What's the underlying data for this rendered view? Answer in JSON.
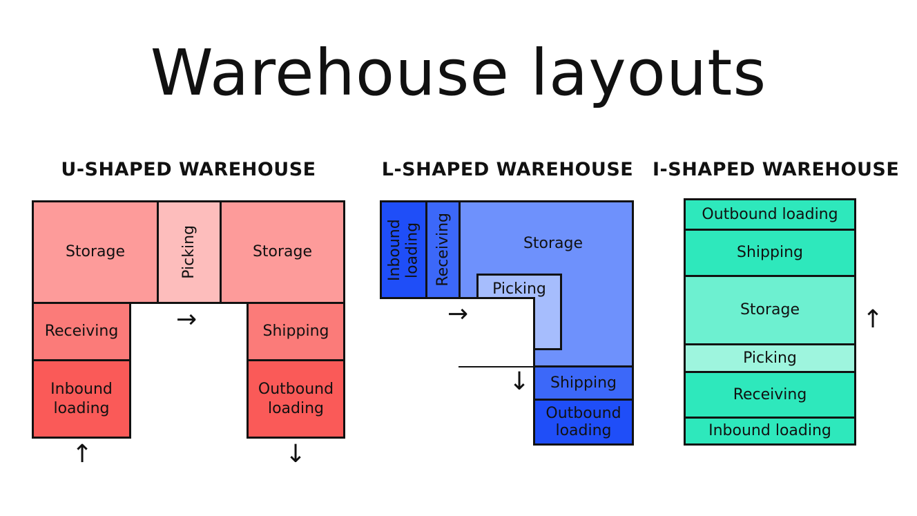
{
  "title": "Warehouse layouts",
  "u_shaped": {
    "heading": "U-SHAPED WAREHOUSE",
    "storage_left": "Storage",
    "picking": "Picking",
    "storage_right": "Storage",
    "receiving": "Receiving",
    "shipping": "Shipping",
    "inbound_loading": "Inbound loading",
    "outbound_loading": "Outbound loading",
    "colors": {
      "storage": "#fd9b9a",
      "picking": "#fdbdbc",
      "mid": "#fb7b79",
      "loading": "#fa5a58"
    }
  },
  "l_shaped": {
    "heading": "L-SHAPED WAREHOUSE",
    "inbound_loading": "Inbound loading",
    "receiving": "Receiving",
    "storage": "Storage",
    "picking": "Picking",
    "shipping": "Shipping",
    "outbound_loading": "Outbound loading",
    "colors": {
      "dark": "#1f4ef8",
      "mid": "#3c68f9",
      "storage": "#6e91fc",
      "picking": "#a6bdfd"
    }
  },
  "i_shaped": {
    "heading": "I-SHAPED WAREHOUSE",
    "outbound_loading": "Outbound loading",
    "shipping": "Shipping",
    "storage": "Storage",
    "picking": "Picking",
    "receiving": "Receiving",
    "inbound_loading": "Inbound loading",
    "colors": {
      "dark": "#2ee8bc",
      "storage": "#6df0d0",
      "picking": "#9ef5de"
    }
  },
  "icons": [
    "arrow-up-icon",
    "arrow-right-icon",
    "arrow-down-icon"
  ]
}
